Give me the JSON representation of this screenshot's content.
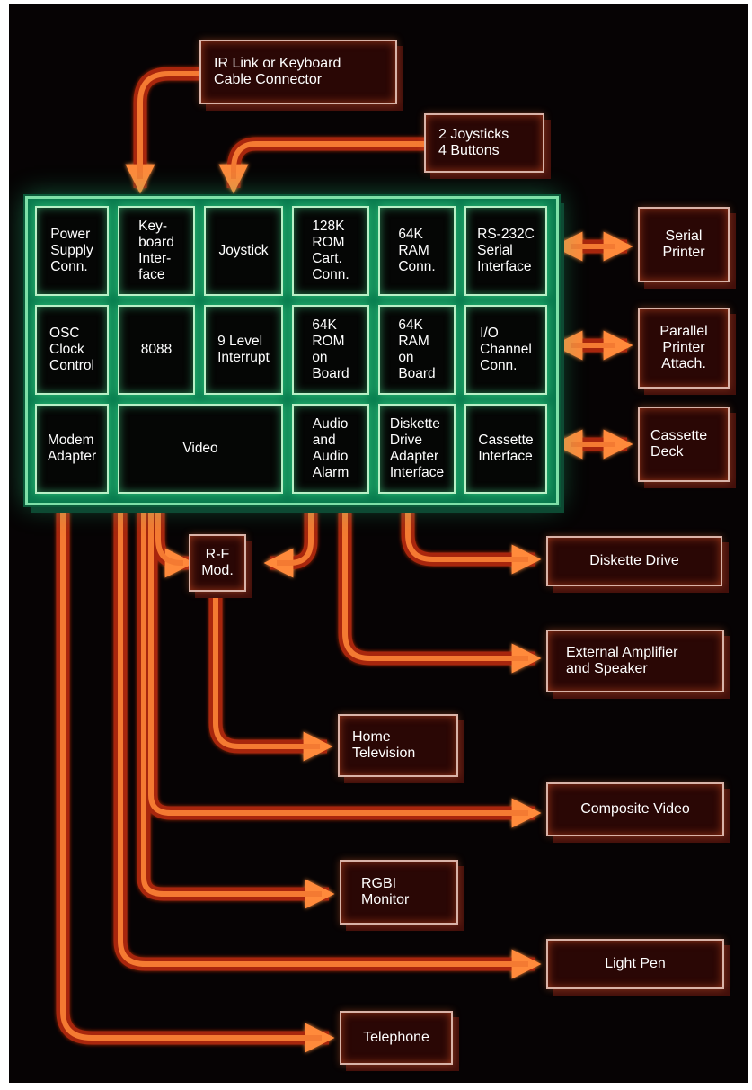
{
  "board": {
    "row1": {
      "power": "Power\nSupply\nConn.",
      "keyboard": "Key-\nboard\nInter-\nface",
      "joystick": "Joystick",
      "rom_cart": "128K\nROM\nCart.\nConn.",
      "ram_conn": "64K\nRAM\nConn.",
      "rs232": "RS-232C\nSerial\nInterface"
    },
    "row2": {
      "osc": "OSC\nClock\nControl",
      "cpu": "8088",
      "interrupt": "9 Level\nInterrupt",
      "rom_board": "64K\nROM\non\nBoard",
      "ram_board": "64K\nRAM\non\nBoard",
      "io": "I/O\nChannel\nConn."
    },
    "row3": {
      "modem": "Modem\nAdapter",
      "video": "Video",
      "audio": "Audio\nand\nAudio\nAlarm",
      "diskette": "Diskette\nDrive\nAdapter\nInterface",
      "cassette": "Cassette\nInterface"
    }
  },
  "peripherals": {
    "ir_link": "IR Link or Keyboard\nCable Connector",
    "joysticks": "2 Joysticks\n4 Buttons",
    "serial_printer": "Serial\nPrinter",
    "parallel_printer": "Parallel\nPrinter\nAttach.",
    "cassette_deck": "Cassette\nDeck",
    "rf_mod": "R-F\nMod.",
    "diskette_drive": "Diskette Drive",
    "ext_amp": "External Amplifier\nand Speaker",
    "home_tv": "Home\nTelevision",
    "composite_video": "Composite Video",
    "rgbi_monitor": "RGBI\nMonitor",
    "light_pen": "Light Pen",
    "telephone": "Telephone"
  },
  "colors": {
    "background": "#060304",
    "board_green": "#0a7a4e",
    "cell_glow": "#7fe0a8",
    "box_red": "#2a0705",
    "wire_orange": "#e8541c"
  }
}
